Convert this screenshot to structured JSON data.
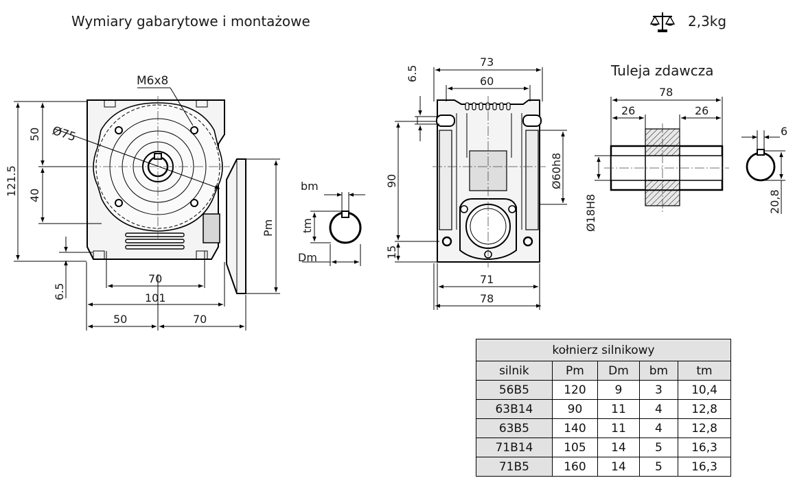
{
  "header": {
    "title": "Wymiary gabarytowe i montażowe",
    "weight": "2,3kg",
    "weight_icon": "balance-scale-icon"
  },
  "front_view": {
    "thread_label": "M6x8",
    "diameter_label": "Ø75",
    "dims": {
      "top_offset": "50",
      "bottom_offset": "40",
      "overall_height": "121.5",
      "foot_height": "6.5",
      "hole_spacing": "70",
      "overall_width": "101",
      "left_offset": "50",
      "right_offset": "70",
      "flange_pitch": "Pm"
    }
  },
  "key_detail": {
    "bm": "bm",
    "tm": "tm",
    "dm": "Dm"
  },
  "side_view": {
    "dims": {
      "top_flange": "6.5",
      "overall_width": "73",
      "inner_width": "60",
      "height": "90",
      "base": "15",
      "pilot_diameter": "Ø60h8",
      "foot_spacing": "71",
      "foot_width": "78"
    }
  },
  "sleeve": {
    "title": "Tuleja zdawcza",
    "length": "78",
    "left_end": "26",
    "right_end": "26",
    "bore": "Ø18H8",
    "key_width": "6",
    "key_depth": "20,8"
  },
  "motor_flange_table": {
    "title": "kołnierz silnikowy",
    "columns": [
      "silnik",
      "Pm",
      "Dm",
      "bm",
      "tm"
    ],
    "rows": [
      [
        "56B5",
        "120",
        "9",
        "3",
        "10,4"
      ],
      [
        "63B14",
        "90",
        "11",
        "4",
        "12,8"
      ],
      [
        "63B5",
        "140",
        "11",
        "4",
        "12,8"
      ],
      [
        "71B14",
        "105",
        "14",
        "5",
        "16,3"
      ],
      [
        "71B5",
        "160",
        "14",
        "5",
        "16,3"
      ]
    ]
  }
}
